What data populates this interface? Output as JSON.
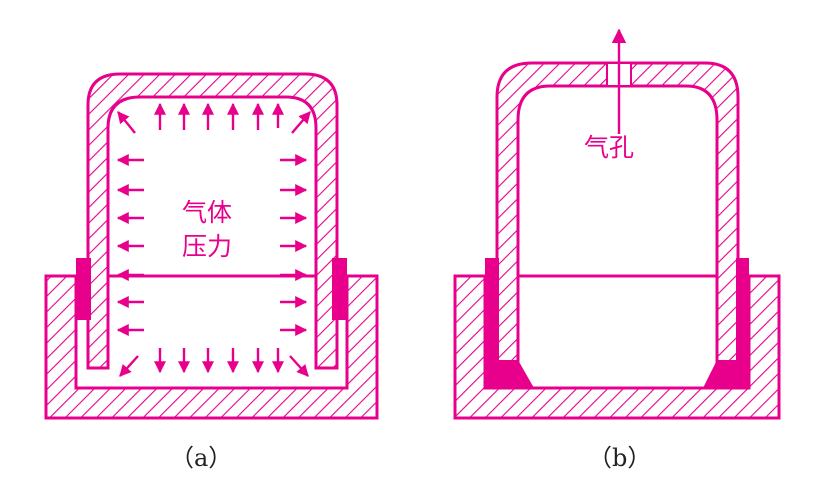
{
  "colors": {
    "accent": "#e8008c",
    "caption": "#222222",
    "background": "#ffffff"
  },
  "diagram_a": {
    "label_line1": "气体",
    "label_line2": "压力",
    "caption": "（a）"
  },
  "diagram_b": {
    "hole_label": "气孔",
    "caption": "（b）"
  }
}
